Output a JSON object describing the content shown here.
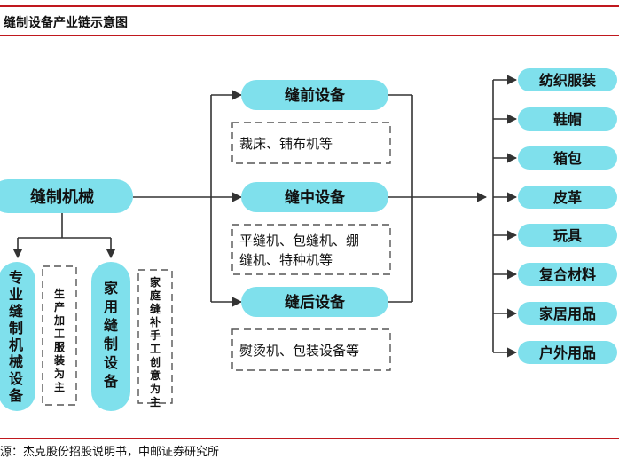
{
  "title": "缝制设备产业链示意图",
  "source": "源：杰克股份招股说明书，中邮证券研究所",
  "root": "缝制机械",
  "sub_left": [
    {
      "label": "专业缝制机械设备",
      "note": "生产加工服装为主"
    },
    {
      "label": "家用缝制设备",
      "note": "家庭缝补手工创意为主"
    }
  ],
  "stages": [
    {
      "label": "缝前设备",
      "items": [
        "裁床、铺布机等"
      ]
    },
    {
      "label": "缝中设备",
      "items": [
        "平缝机、包缝机、绷",
        "缝机、特种机等"
      ]
    },
    {
      "label": "缝后设备",
      "items": [
        "熨烫机、包装设备等"
      ]
    }
  ],
  "applications": [
    "纺织服装",
    "鞋帽",
    "箱包",
    "皮革",
    "玩具",
    "复合材料",
    "家居用品",
    "户外用品"
  ],
  "colors": {
    "pill": "#7fe0ec",
    "accent": "#c0181e",
    "line": "#333333"
  }
}
